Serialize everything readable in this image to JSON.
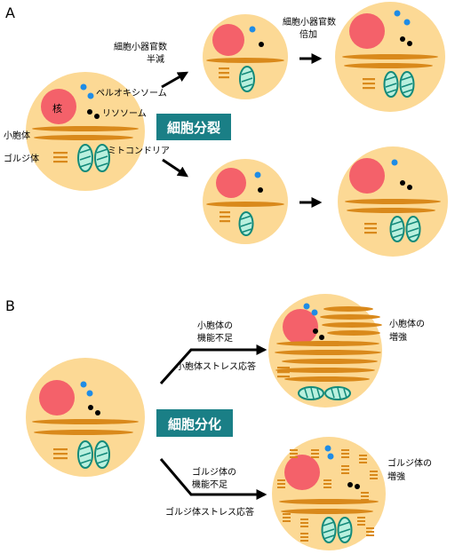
{
  "panel_a": {
    "letter": "A",
    "labels": {
      "nucleus": "核",
      "peroxisome": "ペルオキシソーム",
      "lysosome": "リソソーム",
      "er": "小胞体",
      "golgi": "ゴルジ体",
      "mito": "ミトコンドリア"
    },
    "halve_line1": "細胞小器官数",
    "halve_line2": "半減",
    "double_line1": "細胞小器官数",
    "double_line2": "倍加",
    "box": "細胞分裂"
  },
  "panel_b": {
    "letter": "B",
    "er_def_line1": "小胞体の",
    "er_def_line2": "機能不足",
    "er_stress": "小胞体ストレス応答",
    "er_enh_line1": "小胞体の",
    "er_enh_line2": "増強",
    "golgi_def_line1": "ゴルジ体の",
    "golgi_def_line2": "機能不足",
    "golgi_stress": "ゴルジ体ストレス応答",
    "golgi_enh_line1": "ゴルジ体の",
    "golgi_enh_line2": "増強",
    "box": "細胞分化"
  },
  "colors": {
    "cytoplasm": "#fcd995",
    "nucleus": "#f4616a",
    "peroxisome": "#1f8ce6",
    "organelle_band": "#d9891b",
    "mito_fill": "#b9f0de",
    "mito_stroke": "#138a7a",
    "label_box": "#1a7f86"
  }
}
